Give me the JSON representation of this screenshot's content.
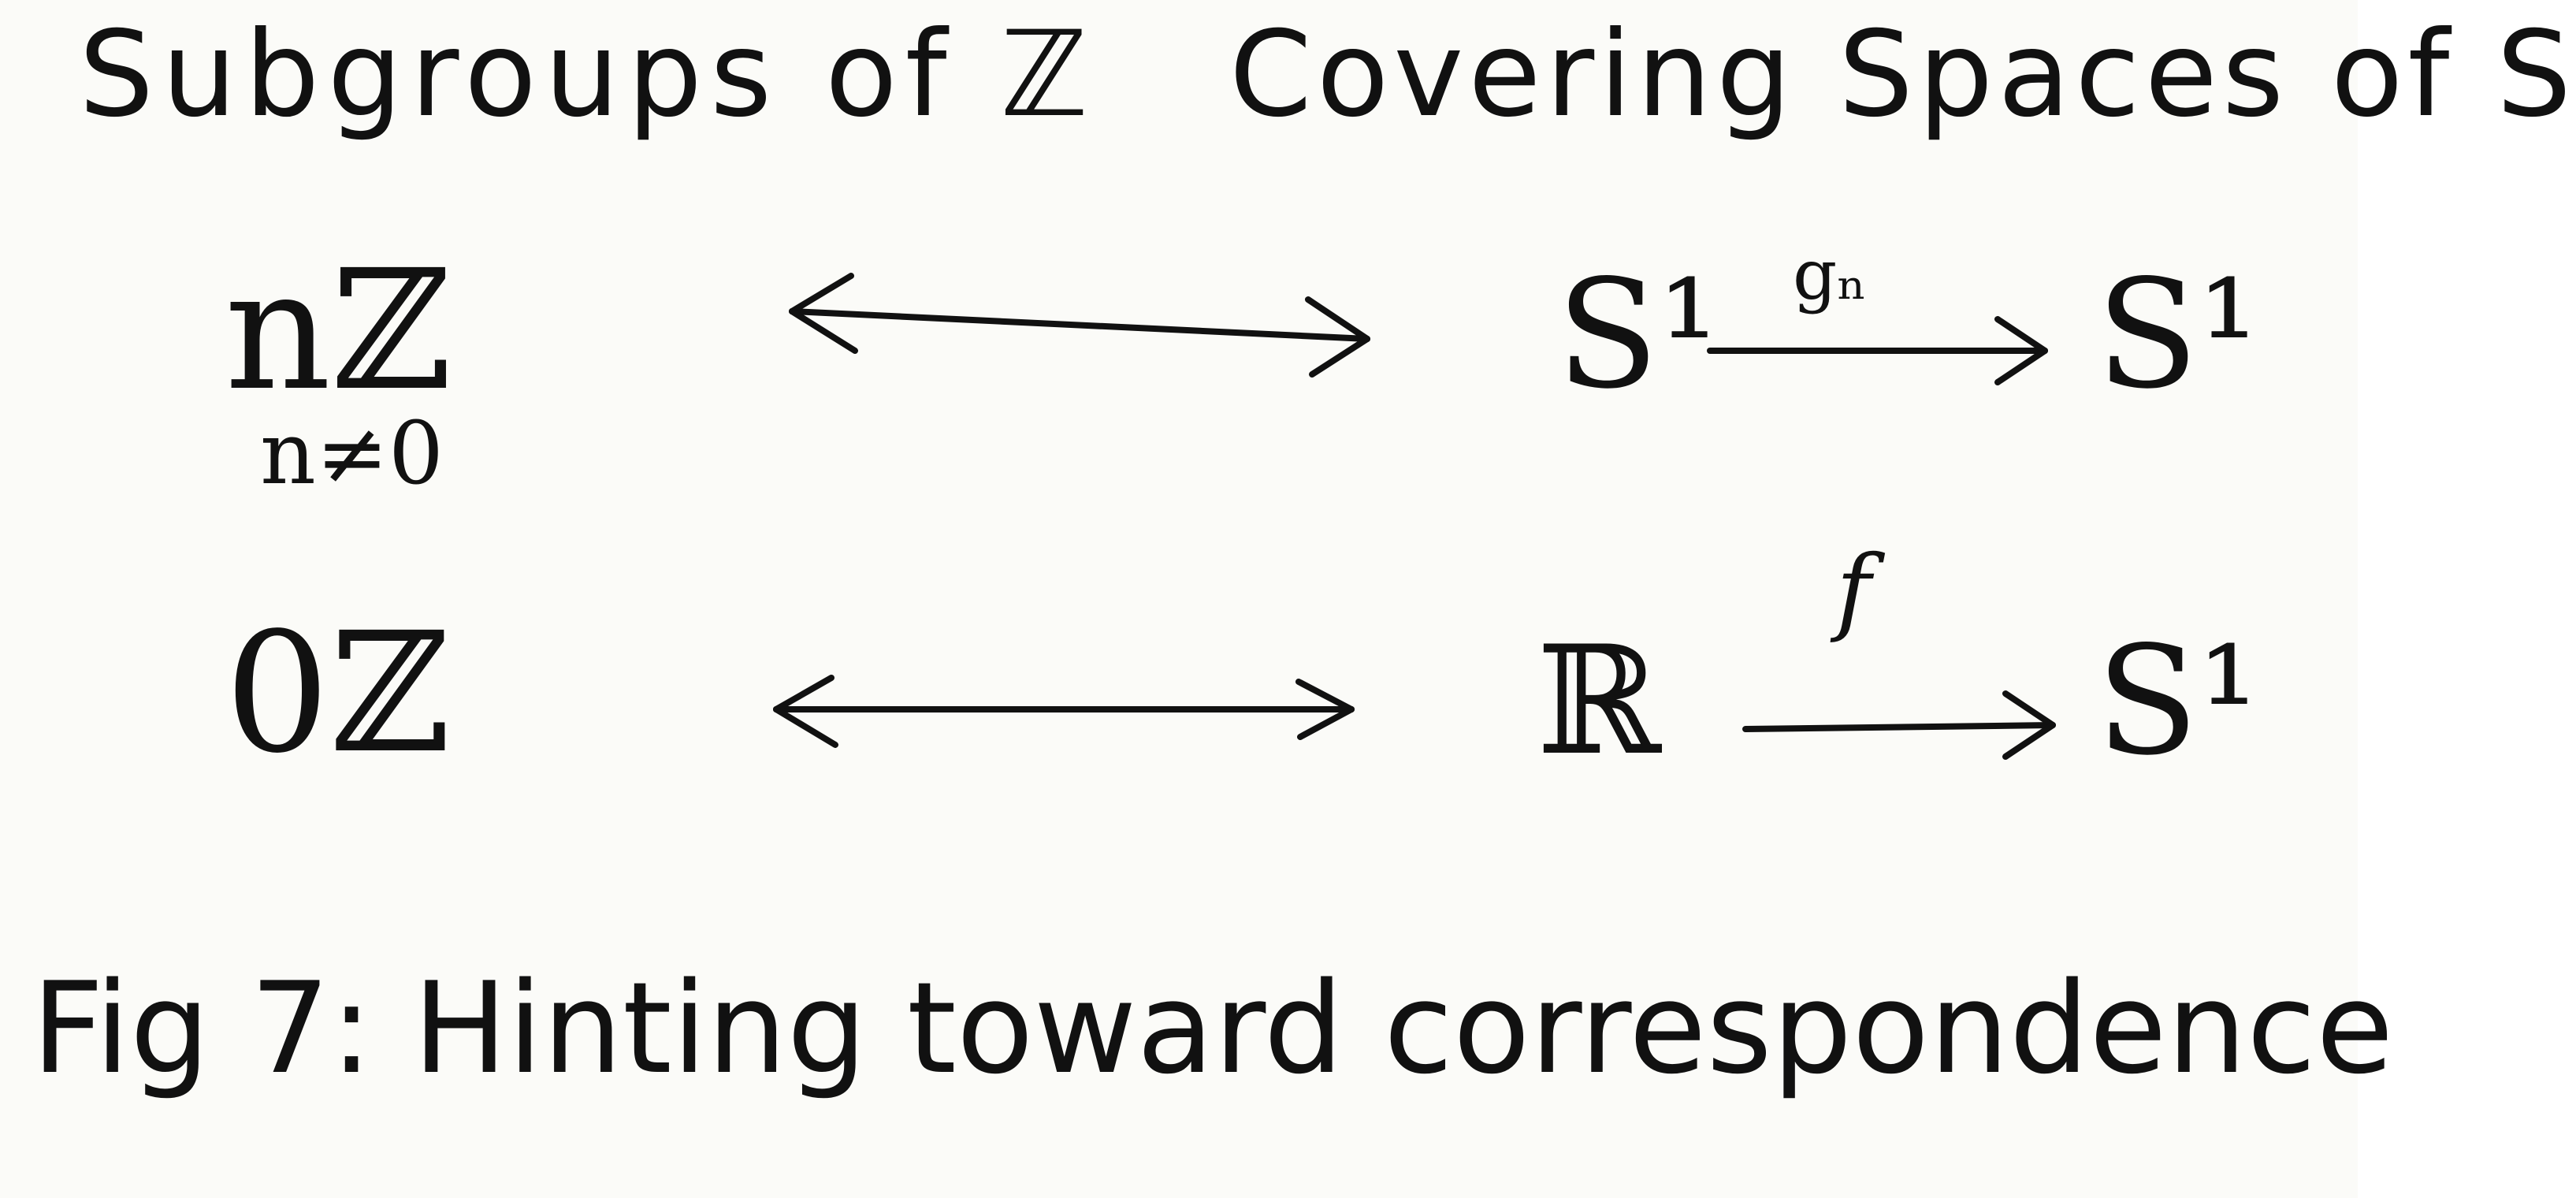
{
  "header": {
    "left": "Subgroups of ℤ",
    "right": "Covering Spaces of S"
  },
  "rows": [
    {
      "left": "nℤ",
      "condition": "n≠0",
      "right_from": "S¹",
      "map_label": "gₙ",
      "right_to": "S¹"
    },
    {
      "left": "0ℤ",
      "right_from": "ℝ",
      "map_label": "f",
      "right_to": "S¹"
    }
  ],
  "caption": "Fig 7: Hinting toward correspondence"
}
